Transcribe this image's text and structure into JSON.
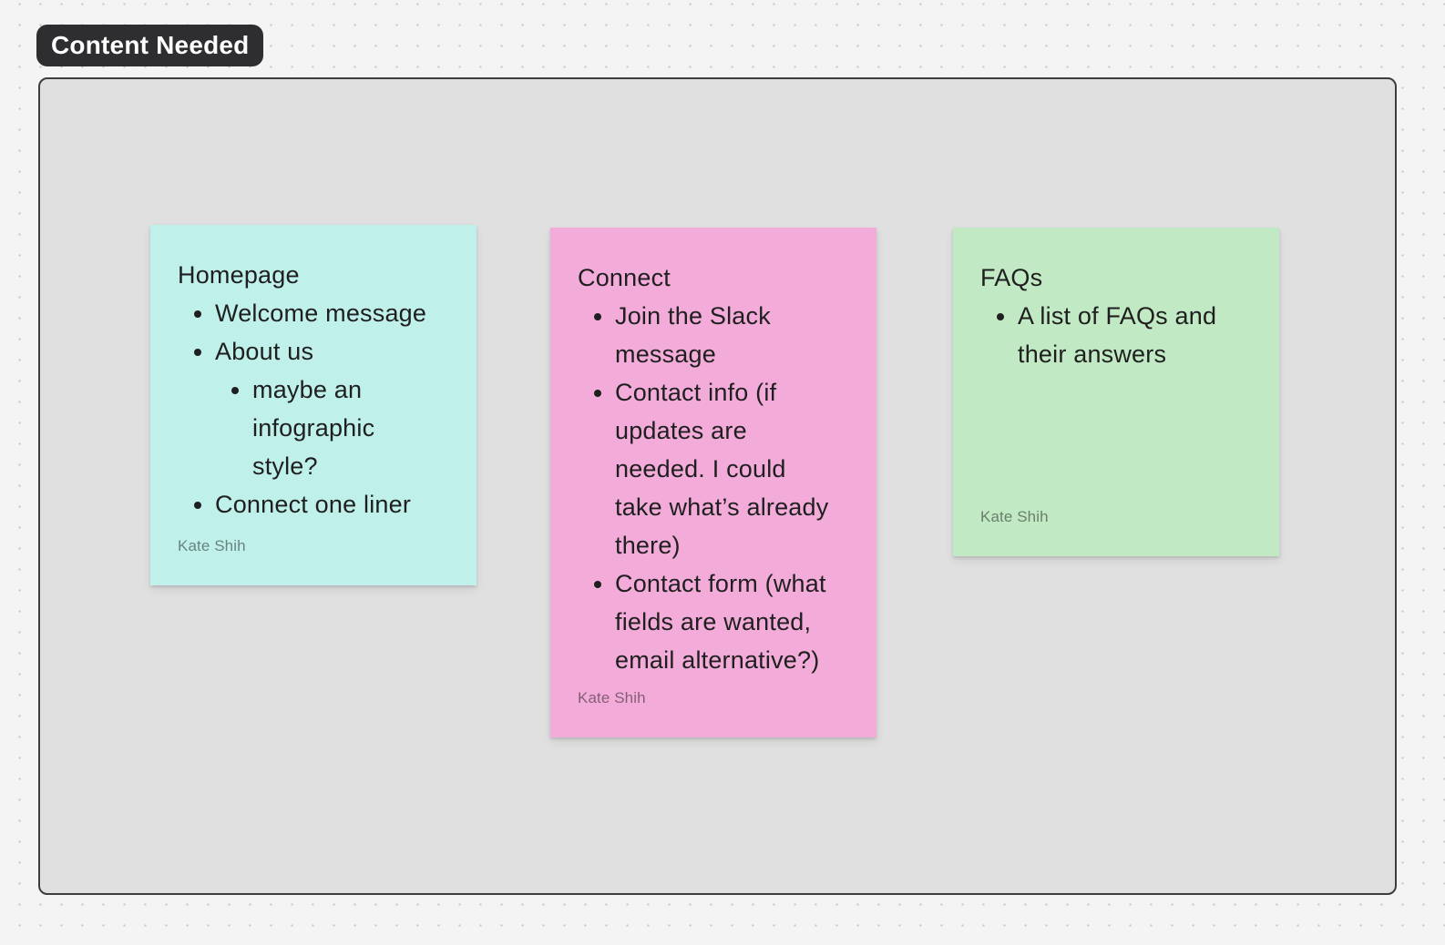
{
  "board": {
    "background_color": "#f4f4f4",
    "dot_color": "#c3c3c3"
  },
  "frame": {
    "label": "Content Needed",
    "fill_color": "#e0e0e0",
    "border_color": "#3d3d3f",
    "label_bg_color": "#2e2e31",
    "label_text_color": "#ffffff"
  },
  "notes": [
    {
      "title": "Homepage",
      "color": "#bff0e9",
      "author": "Kate Shih",
      "bullets": [
        {
          "level": 1,
          "text": "Welcome message"
        },
        {
          "level": 1,
          "text": "About us"
        },
        {
          "level": 2,
          "text": "maybe an infographic style?"
        },
        {
          "level": 1,
          "text": "Connect one liner"
        }
      ]
    },
    {
      "title": "Connect",
      "color": "#f3acd9",
      "author": "Kate Shih",
      "bullets": [
        {
          "level": 1,
          "text": "Join the Slack message"
        },
        {
          "level": 1,
          "text": "Contact info (if updates are needed. I could take what’s already there)"
        },
        {
          "level": 1,
          "text": "Contact form (what fields are wanted, email alternative?)"
        }
      ]
    },
    {
      "title": "FAQs",
      "color": "#c1e9c4",
      "author": "Kate Shih",
      "bullets": [
        {
          "level": 1,
          "text": "A list of FAQs and their answers"
        }
      ]
    }
  ]
}
